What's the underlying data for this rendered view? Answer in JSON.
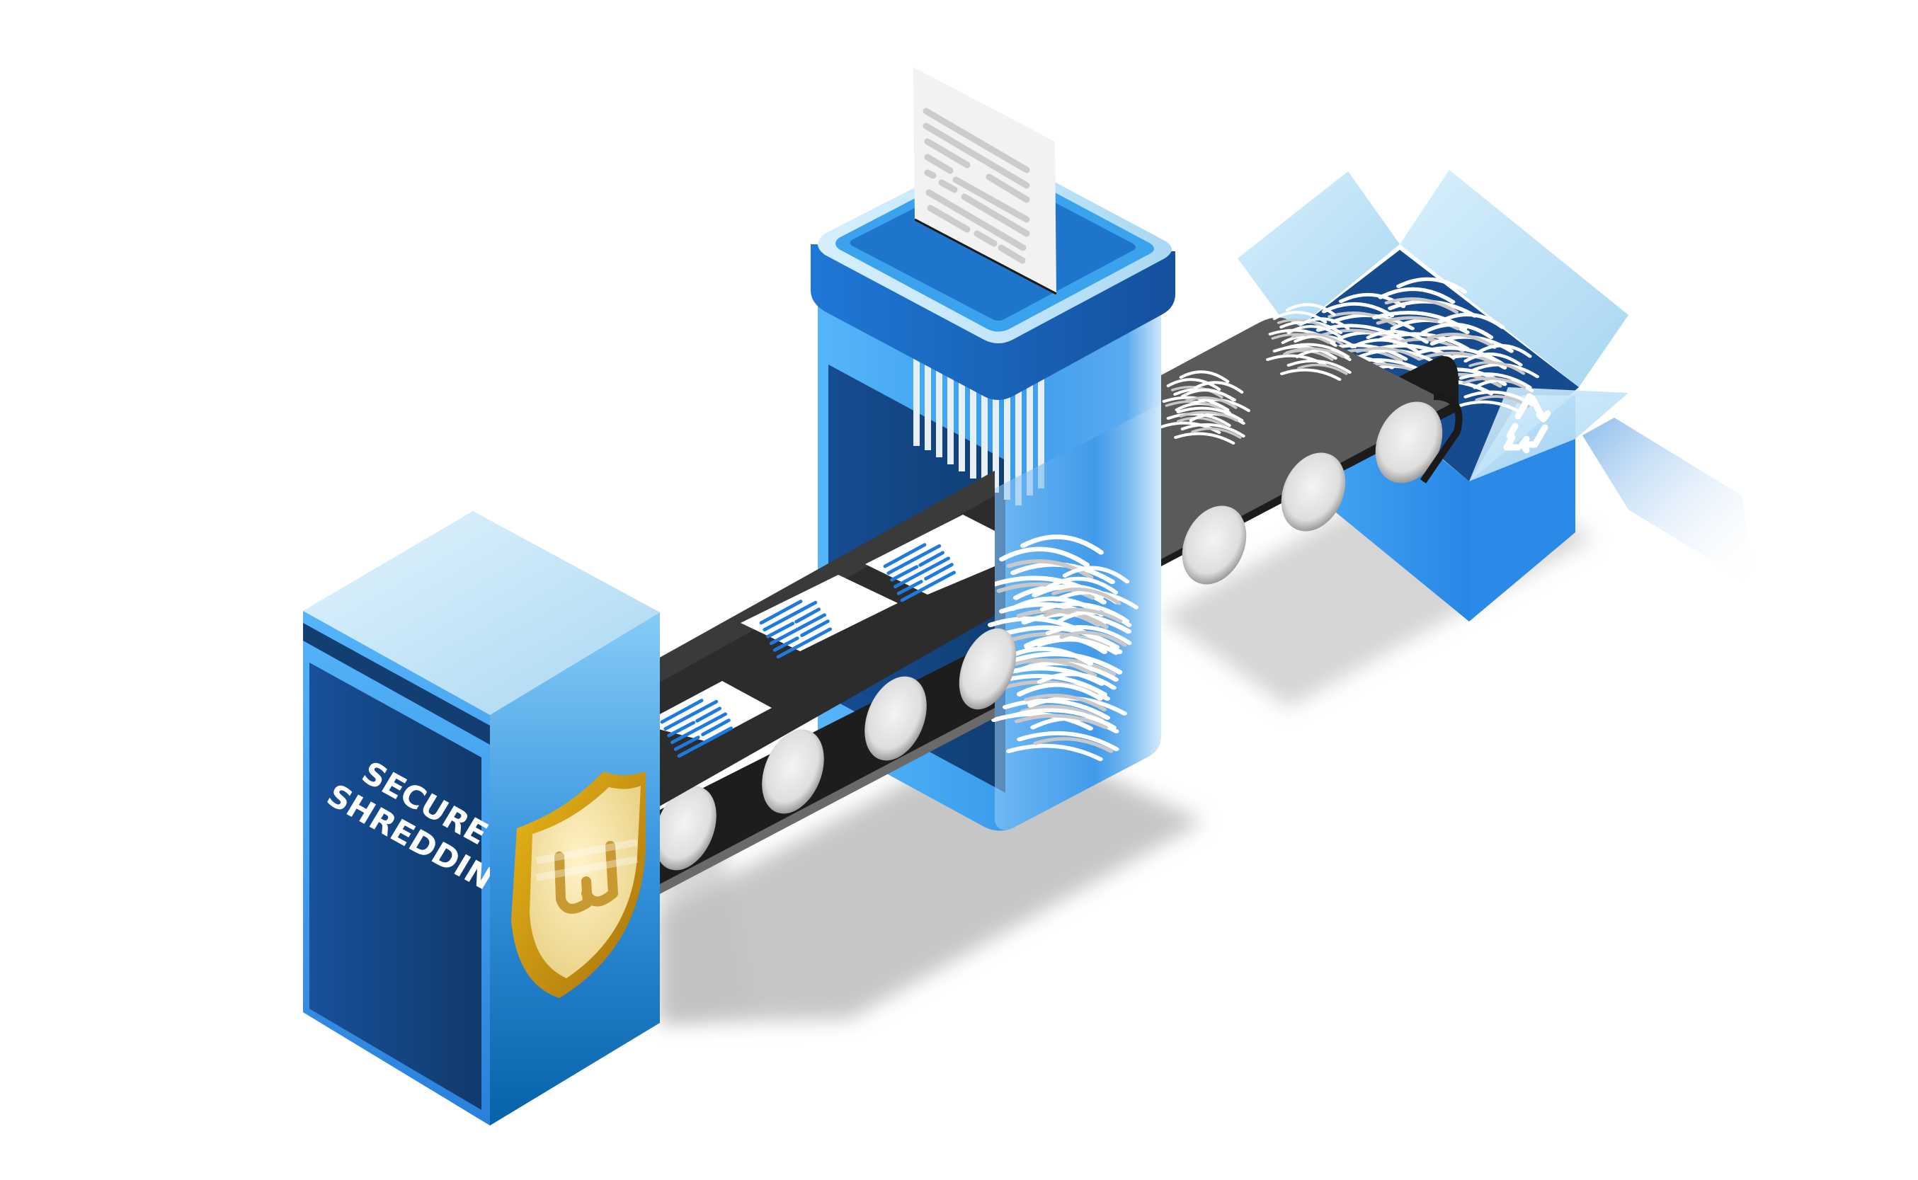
{
  "scene": {
    "title": "Secure shredding isometric illustration",
    "background": "#ffffff"
  },
  "cabinet": {
    "label_line1": "SECURE",
    "label_line2": "SHREDDING",
    "badge_icon": "shield-icon",
    "badge_glyph": "ω",
    "colors": {
      "top": "#cfeafb",
      "front_panel": "#164a8c",
      "front_frame": "#3a96e8",
      "side": "#2a8ad8",
      "stripe": "#123e72",
      "shield_gold": "#d4a020",
      "shield_face": "#f0d890"
    }
  },
  "conveyor": {
    "belt_color": "#2e2e2e",
    "belt_top": "#3d3d3d",
    "roller_color": "#e8e8e8",
    "documents_on_belt": 3,
    "rollers_visible": 8,
    "document_line_color": "#1f7ae0"
  },
  "shredder": {
    "body_color": "#3aa0f0",
    "cap_color": "#1d6cc8",
    "cap_rim": "#bfe4fb",
    "feed_document_icon": "document-icon",
    "output": "shredded-paper"
  },
  "recycle_box": {
    "icon": "recycle-icon",
    "color": "#2f95ee",
    "flap_color": "#c8e8fa",
    "inner_color": "#174f96"
  },
  "shred_piles_on_belt": 3
}
